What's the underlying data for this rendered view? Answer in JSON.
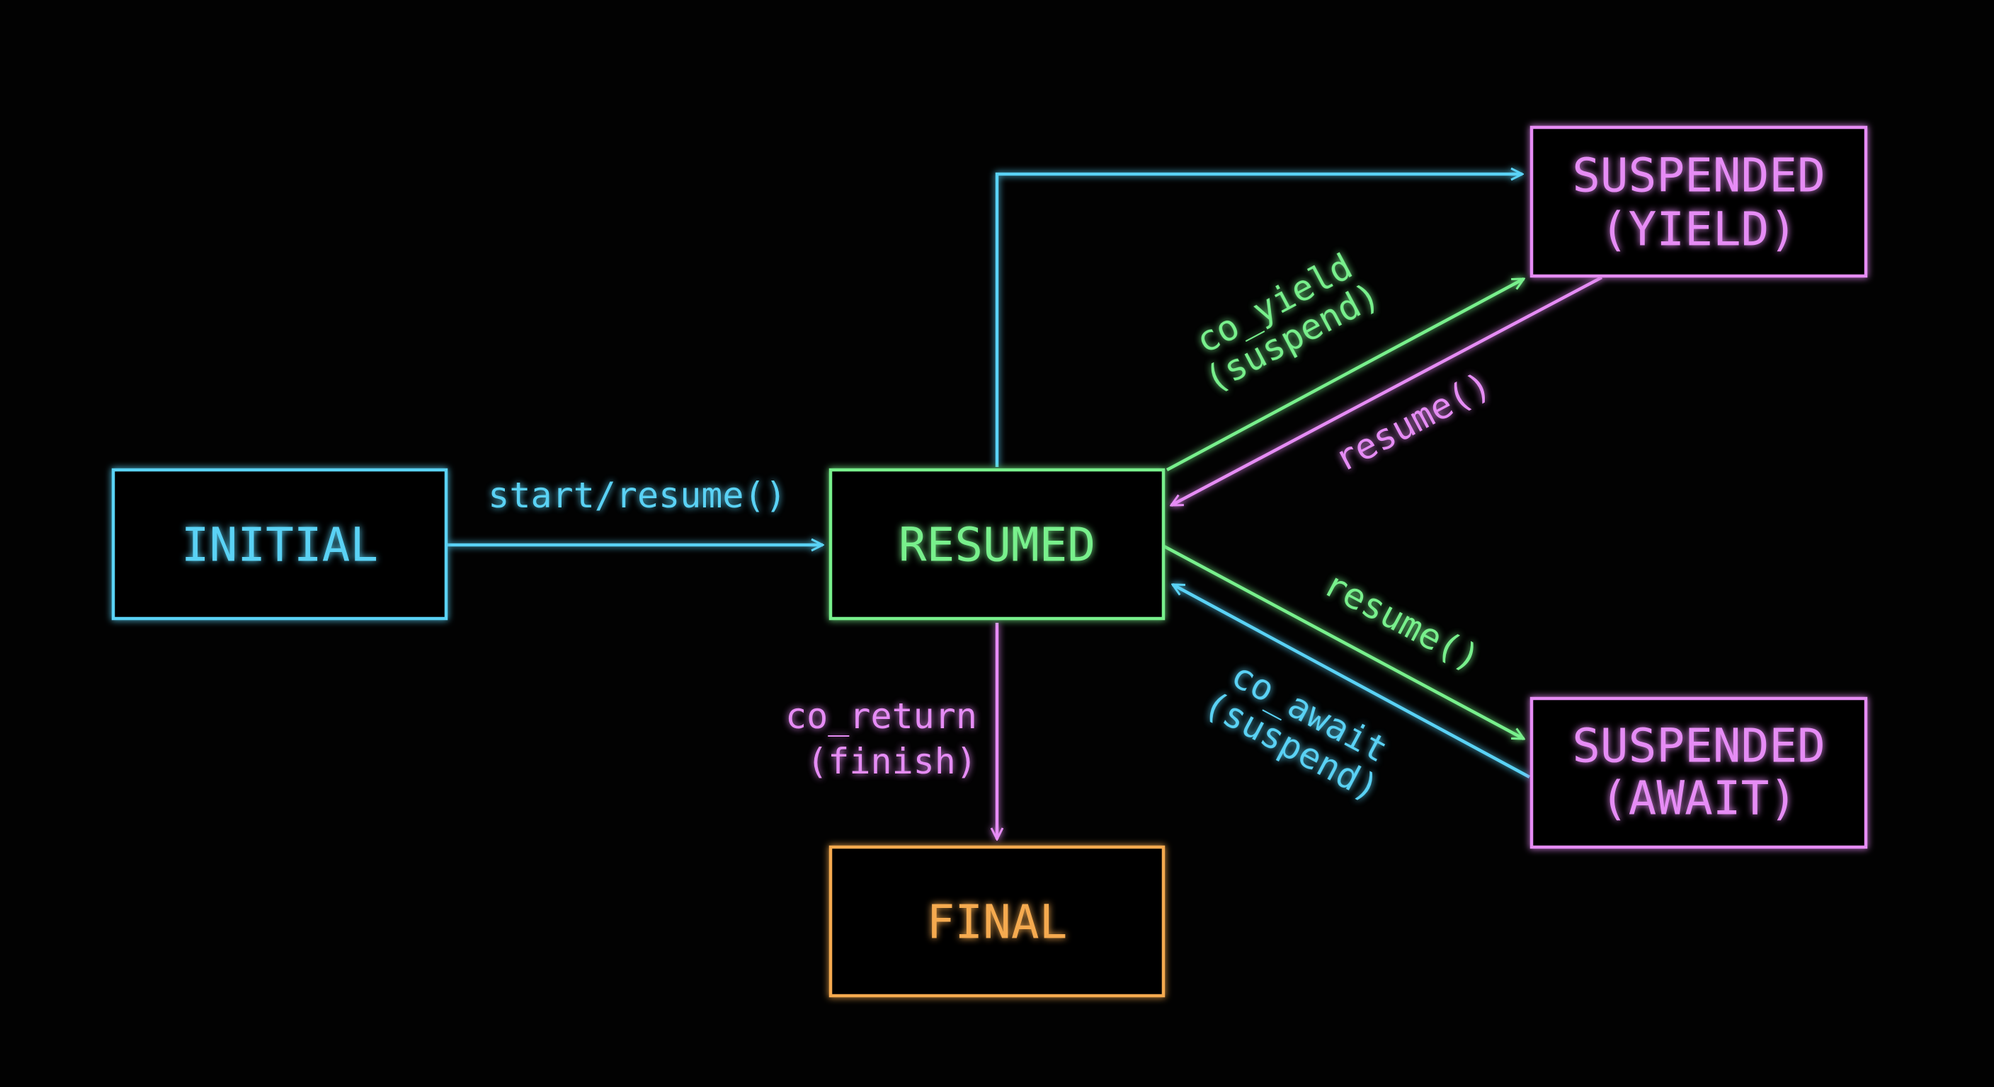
{
  "colors": {
    "background": "#020202",
    "blue": "#5ad2f5",
    "green": "#78f08c",
    "pink": "#e68cf5",
    "orange": "#f5aa50"
  },
  "states": {
    "initial": "INITIAL",
    "resumed": "RESUMED",
    "final": "FINAL",
    "yield": {
      "line1": "SUSPENDED",
      "line2": "(YIELD)"
    },
    "await": {
      "line1": "SUSPENDED",
      "line2": "(AWAIT)"
    }
  },
  "transitions": {
    "start_resume": "start/resume()",
    "co_yield": {
      "line1": "co_yield",
      "line2": "(suspend)"
    },
    "resume_from_yield": "resume()",
    "resume_to_await": "resume()",
    "co_await": {
      "line1": "co_await",
      "line2": "(suspend)"
    },
    "co_return": {
      "line1": "co_return",
      "line2": "(finish)"
    }
  }
}
